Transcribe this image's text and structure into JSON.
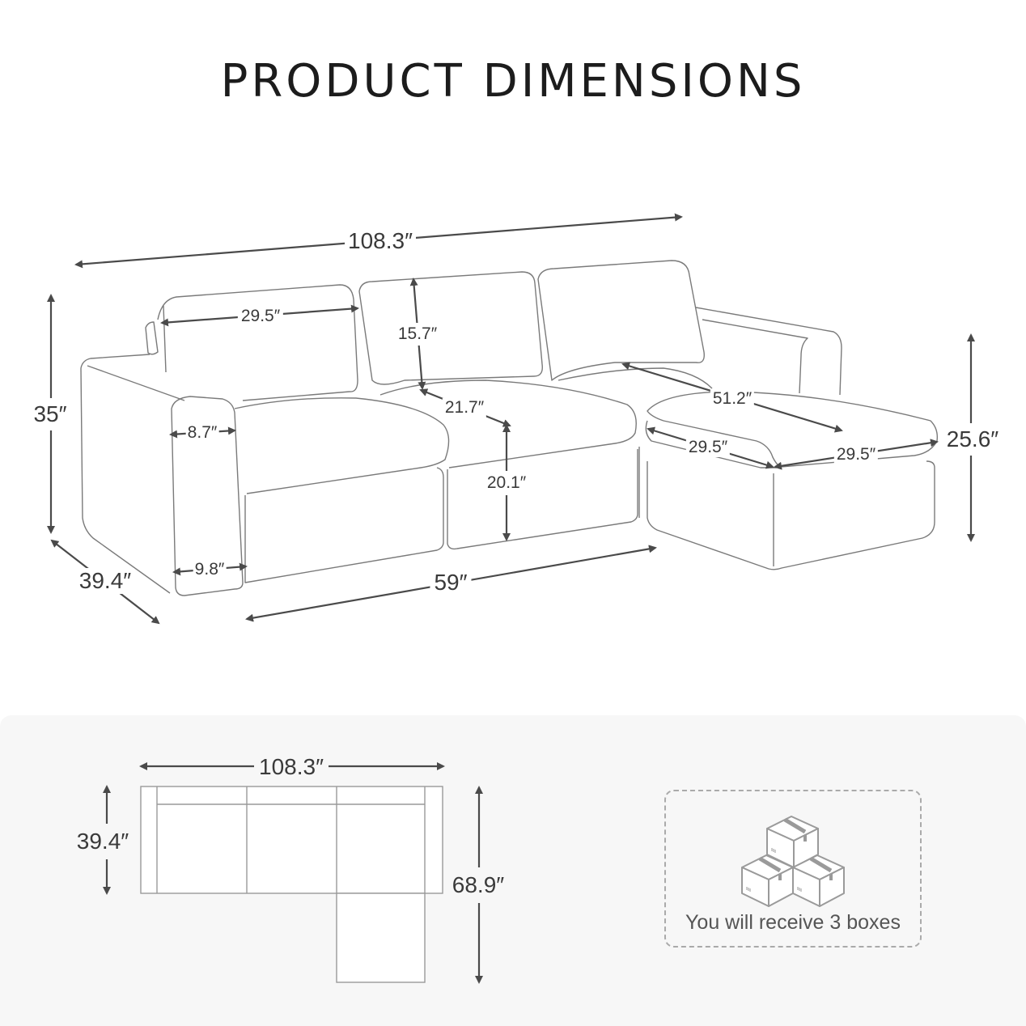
{
  "title": "PRODUCT DIMENSIONS",
  "perspective_view": {
    "dimensions": {
      "overall_width": "108.3″",
      "overall_height": "35″",
      "depth": "39.4″",
      "back_cushion_width": "29.5″",
      "back_cushion_height": "15.7″",
      "seat_depth": "21.7″",
      "seat_height": "20.1″",
      "arm_top_width": "8.7″",
      "arm_bottom_width": "9.8″",
      "main_sofa_width": "59″",
      "chaise_length": "51.2″",
      "chaise_depth": "29.5″",
      "chaise_width": "29.5″",
      "chaise_height": "25.6″"
    }
  },
  "top_view": {
    "width": "108.3″",
    "depth": "39.4″",
    "total_depth": "68.9″"
  },
  "package": {
    "icon": "three-boxes-icon",
    "text": "You will receive 3 boxes"
  },
  "colors": {
    "arrow": "#4a4a4a",
    "outline": "#7a7a7a",
    "panel_bg": "#f7f7f7",
    "box_icon": "#9a9a9a"
  }
}
